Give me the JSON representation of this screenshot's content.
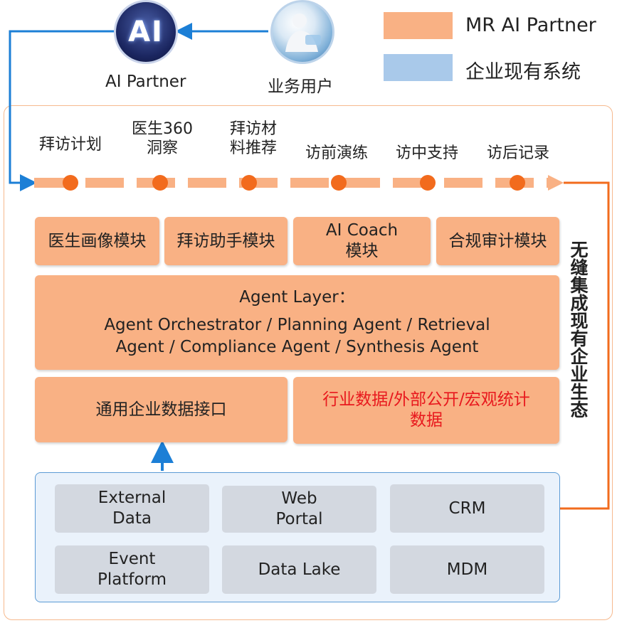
{
  "legend": [
    {
      "label": "MR AI Partner",
      "color": "#f9b184"
    },
    {
      "label": "企业现有系统",
      "color": "#a9c9ea"
    }
  ],
  "top": {
    "ai_badge_text": "AI",
    "ai_partner_label": "AI Partner",
    "business_user_label": "业务用户"
  },
  "stages": [
    {
      "line1": "拜访计划",
      "line2": ""
    },
    {
      "line1": "医生360",
      "line2": "洞察"
    },
    {
      "line1": "拜访材",
      "line2": "料推荐"
    },
    {
      "line1": "访前演练",
      "line2": ""
    },
    {
      "line1": "访中支持",
      "line2": ""
    },
    {
      "line1": "访后记录",
      "line2": ""
    }
  ],
  "modules": [
    {
      "line1": "医生画像模块",
      "line2": ""
    },
    {
      "line1": "拜访助手模块",
      "line2": ""
    },
    {
      "line1": "AI Coach",
      "line2": "模块"
    },
    {
      "line1": "合规审计模块",
      "line2": ""
    }
  ],
  "agent_layer": {
    "title": "Agent Layer：",
    "line1": "Agent Orchestrator / Planning Agent / Retrieval",
    "line2": "Agent / Compliance Agent / Synthesis Agent"
  },
  "data_interfaces": {
    "generic": "通用企业数据接口",
    "external_line1": "行业数据/外部公开/宏观统计",
    "external_line2": "数据",
    "external_color": "#e8191e"
  },
  "side_text": "无缝集成现有企业生态",
  "systems": [
    {
      "line1": "External",
      "line2": "Data"
    },
    {
      "line1": "Web",
      "line2": "Portal"
    },
    {
      "line1": "CRM",
      "line2": ""
    },
    {
      "line1": "Event",
      "line2": "Platform"
    },
    {
      "line1": "Data Lake",
      "line2": ""
    },
    {
      "line1": "MDM",
      "line2": ""
    }
  ],
  "colors": {
    "orange_accent": "#f26b1d",
    "blue_arrow": "#1c7fd6",
    "module_fill": "#f9b184",
    "system_fill": "#d3d8e0",
    "system_panel": "#eaf2fb"
  }
}
